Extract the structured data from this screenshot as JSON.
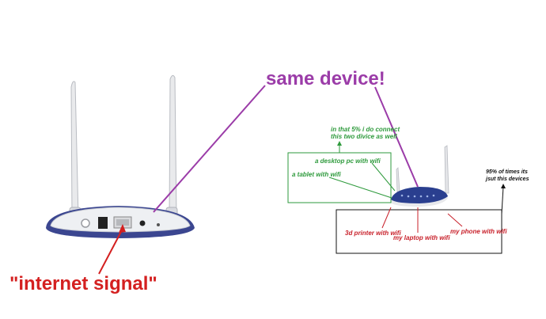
{
  "annotations": {
    "same_device": "same device!",
    "internet_signal": "\"internet signal\"",
    "connect_note_line1": "in that 5% i do connect",
    "connect_note_line2": "this two divice as well",
    "desktop_pc": "a desktop pc with wifi",
    "tablet": "a tablet with wifi",
    "times_note_line1": "95% of times its",
    "times_note_line2": "jsut this devices",
    "printer": "3d printer with wifi",
    "laptop": "my laptop with wifi",
    "phone": "my phone with wifi"
  },
  "colors": {
    "purple": "#9b3ca8",
    "red": "#d42020",
    "green": "#2e9a3c",
    "router_blue": "#2a3f8f",
    "router_white": "#eceef2"
  }
}
